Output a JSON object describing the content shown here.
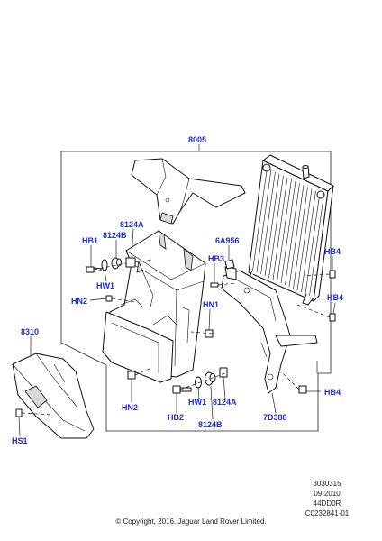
{
  "callouts": {
    "c8005": "8005",
    "c8124A_top": "8124A",
    "cHB1": "HB1",
    "c8124B_top": "8124B",
    "c6A956": "6A956",
    "cHB4_a": "HB4",
    "cHB3": "HB3",
    "cHW1_top": "HW1",
    "cHB4_b": "HB4",
    "cHN2_left": "HN2",
    "cHN1": "HN1",
    "c8310": "8310",
    "cHB4_c": "HB4",
    "cHN2_bottom": "HN2",
    "cHW1_bottom": "HW1",
    "c8124A_bottom": "8124A",
    "cHB2": "HB2",
    "c7D388": "7D388",
    "c8124B_bottom": "8124B",
    "cHS1": "HS1"
  },
  "reference": {
    "line1": "3030315",
    "line2": "09-2010",
    "line3": "44DD0R",
    "line4": "C0232841-01"
  },
  "copyright": "© Copyright, 2016. Jaguar Land Rover Limited.",
  "colors": {
    "callout": "#1f2fd0",
    "line": "#111111"
  }
}
